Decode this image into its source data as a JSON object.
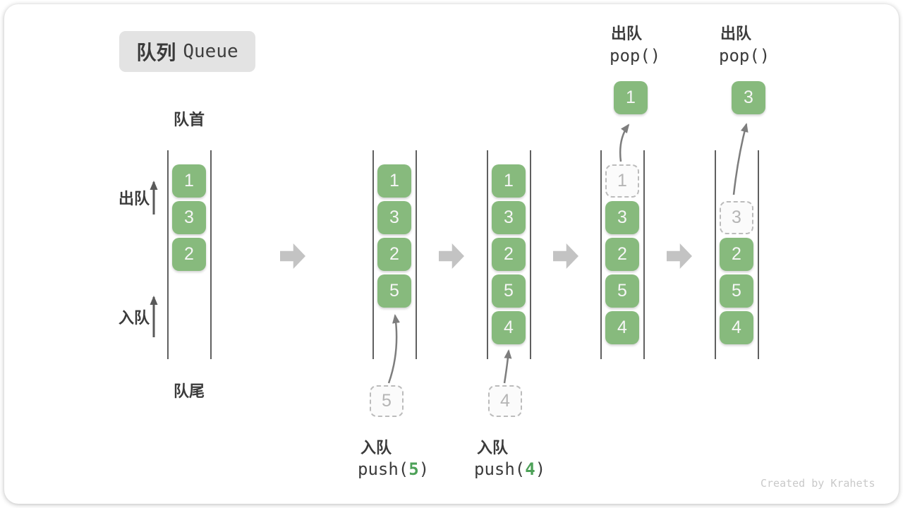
{
  "title": {
    "zh": "队列",
    "en": "Queue"
  },
  "labels": {
    "front": "队首",
    "rear": "队尾",
    "dequeue": "出队",
    "enqueue": "入队"
  },
  "queues": {
    "q1": {
      "cells": [
        "1",
        "3",
        "2"
      ]
    },
    "q2": {
      "cells": [
        "1",
        "3",
        "2",
        "5"
      ]
    },
    "q3": {
      "cells": [
        "1",
        "3",
        "2",
        "5",
        "4"
      ]
    },
    "q4": {
      "ghost": "1",
      "cells": [
        "3",
        "2",
        "5",
        "4"
      ]
    },
    "q5": {
      "ghost": "3",
      "cells": [
        "2",
        "5",
        "4"
      ]
    }
  },
  "operations": {
    "push5": {
      "label": "入队",
      "fn": "push(",
      "arg": "5",
      "close": ")",
      "staged": "5"
    },
    "push4": {
      "label": "入队",
      "fn": "push(",
      "arg": "4",
      "close": ")",
      "staged": "4"
    },
    "pop1": {
      "label": "出队",
      "code": "pop()",
      "out": "1"
    },
    "pop2": {
      "label": "出队",
      "code": "pop()",
      "out": "3"
    }
  },
  "credit": "Created by Krahets",
  "colors": {
    "cell_green": "#87ba7d",
    "arg_green": "#4da158",
    "arrow_gray": "#c3c3c3",
    "ghost_gray": "#bcbcbc",
    "line_gray": "#606060",
    "text_dark": "#3b3b3b"
  }
}
